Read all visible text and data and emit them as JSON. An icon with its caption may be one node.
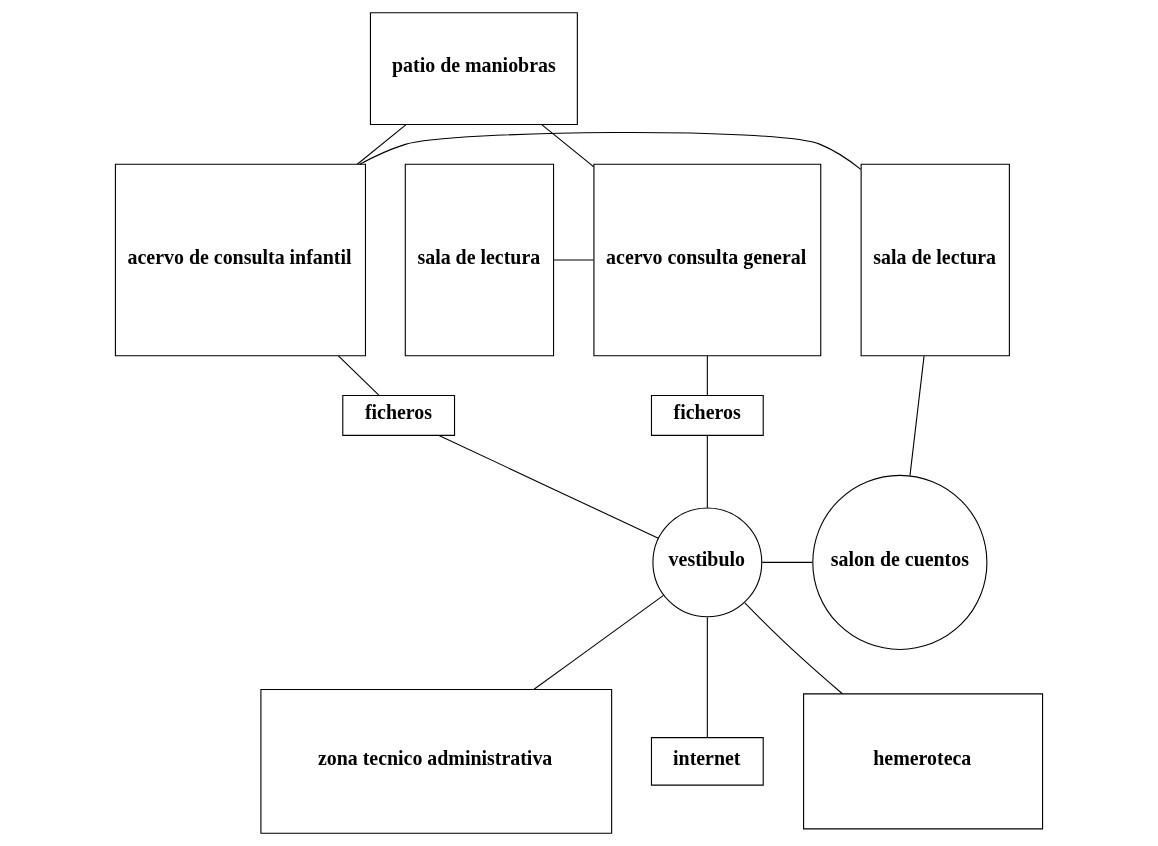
{
  "diagram": {
    "nodes": [
      {
        "text": [
          "patio de maniobras"
        ]
      },
      {
        "text": [
          "sala de lectura"
        ]
      },
      {
        "text": [
          "acervo consulta general"
        ]
      },
      {
        "text": [
          "acervo de consulta infantil"
        ]
      },
      {
        "text": [
          "sala de lectura"
        ]
      },
      {
        "text": [
          "ficheros"
        ]
      },
      {
        "text": [
          "vestibulo"
        ]
      },
      {
        "text": [
          "ficheros"
        ]
      },
      {
        "text": [
          "salon de cuentos"
        ]
      },
      {
        "text": [
          "zona tecnico administrativa"
        ]
      },
      {
        "text": [
          "internet"
        ]
      },
      {
        "text": [
          "hemeroteca"
        ]
      }
    ],
    "edges": [
      {
        "from": 0,
        "to": 2,
        "arrow": "none"
      },
      {
        "from": 0,
        "to": 3,
        "arrow": "none"
      },
      {
        "from": 1,
        "to": 2,
        "arrow": "none"
      },
      {
        "from": 3,
        "to": 4,
        "arrow": "none"
      },
      {
        "from": 2,
        "to": 5,
        "arrow": "none"
      },
      {
        "from": 3,
        "to": 7,
        "arrow": "none"
      },
      {
        "from": 4,
        "to": 8,
        "arrow": "none"
      },
      {
        "from": 5,
        "to": 6,
        "arrow": "none"
      },
      {
        "from": 7,
        "to": 6,
        "arrow": "none"
      },
      {
        "from": 6,
        "to": 8,
        "arrow": "none"
      },
      {
        "from": 6,
        "to": 9,
        "arrow": "none"
      },
      {
        "from": 6,
        "to": 10,
        "arrow": "none"
      },
      {
        "from": 6,
        "to": 11,
        "arrow": "none"
      }
    ]
  }
}
